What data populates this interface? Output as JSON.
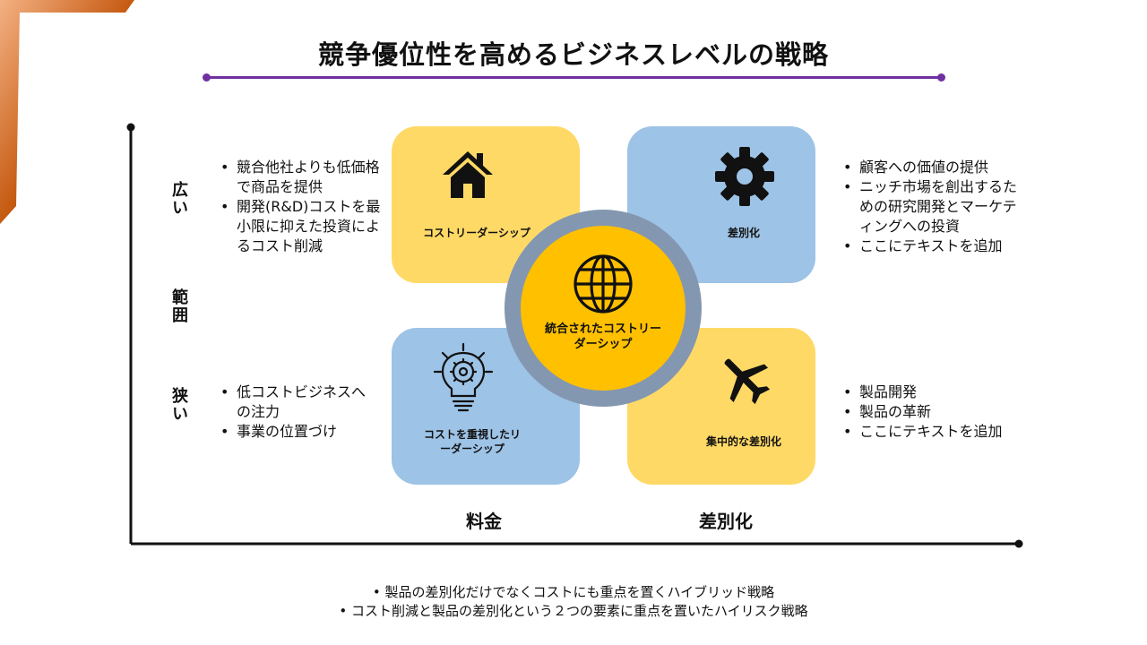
{
  "title": "競争優位性を高めるビジネスレベルの戦略",
  "y_axis": {
    "wide": "広い",
    "scope": "範囲",
    "narrow": "狭い"
  },
  "x_axis": {
    "price": "料金",
    "differentiation": "差別化"
  },
  "quadrants": {
    "top_left": {
      "label": "コストリーダーシップ",
      "icon": "house-icon"
    },
    "top_right": {
      "label": "差別化",
      "icon": "gear-icon"
    },
    "bottom_left": {
      "label": "コストを重視したリーダーシップ",
      "icon": "lightbulb-gear-icon"
    },
    "bottom_right": {
      "label": "集中的な差別化",
      "icon": "airplane-icon"
    },
    "center": {
      "label": "統合されたコストリーダーシップ",
      "icon": "globe-icon"
    }
  },
  "notes": {
    "top_left": [
      "競合他社よりも低価格で商品を提供",
      "開発(R&D)コストを最小限に抑えた投資によるコスト削減"
    ],
    "top_right": [
      "顧客への価値の提供",
      "ニッチ市場を創出するための研究開発とマーケティングへの投資",
      "ここにテキストを追加"
    ],
    "bottom_left": [
      "低コストビジネスへの注力",
      "事業の位置づけ"
    ],
    "bottom_right": [
      "製品開発",
      "製品の革新",
      "ここにテキストを追加"
    ]
  },
  "footer": [
    "製品の差別化だけでなくコストにも重点を置くハイブリッド戦略",
    "コスト削減と製品の差別化という２つの要素に重点を置いたハイリスク戦略"
  ],
  "colors": {
    "accent": "#7030a0",
    "yellow": "#ffd966",
    "blue": "#9dc3e6",
    "ring": "#8497b0",
    "corner": "#c55a11"
  }
}
